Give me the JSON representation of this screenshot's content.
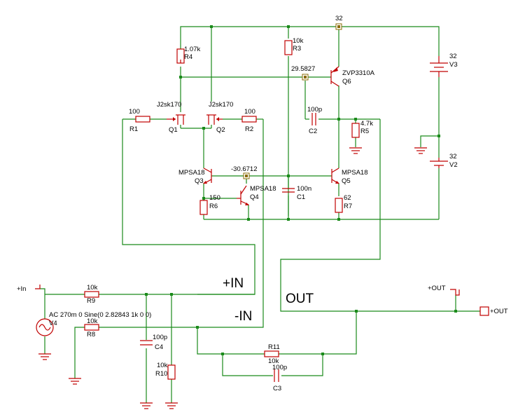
{
  "colors": {
    "wire": "#1a8a1a",
    "component": "#c00000",
    "text": "#000000",
    "marker": "#8a6a00"
  },
  "supply": {
    "node_top": "32",
    "v3_value": "32",
    "v3_name": "V3",
    "v2_value": "32",
    "v2_name": "V2"
  },
  "probes": {
    "p1": "29.5827",
    "p2": "-30.6712"
  },
  "r4": {
    "value": "1.07k",
    "name": "R4"
  },
  "r3": {
    "value": "10k",
    "name": "R3"
  },
  "q6": {
    "part": "ZVP3310A",
    "name": "Q6"
  },
  "q1": {
    "part": "J2sk170",
    "name": "Q1"
  },
  "q2": {
    "part": "J2sk170",
    "name": "Q2"
  },
  "r1": {
    "value": "100",
    "name": "R1"
  },
  "r2": {
    "value": "100",
    "name": "R2"
  },
  "c2": {
    "value": "100p",
    "name": "C2"
  },
  "r5": {
    "value": "4.7k",
    "name": "R5"
  },
  "q3": {
    "part": "MPSA18",
    "name": "Q3"
  },
  "q4": {
    "part": "MPSA18",
    "name": "Q4"
  },
  "q5": {
    "part": "MPSA18",
    "name": "Q5"
  },
  "c1": {
    "value": "100n",
    "name": "C1"
  },
  "r6": {
    "value": "150",
    "name": "R6"
  },
  "r7": {
    "value": "62",
    "name": "R7"
  },
  "labels": {
    "plus_in": "+IN",
    "minus_in": "-IN",
    "out": "OUT"
  },
  "ports": {
    "in_left": "+In",
    "out_probe": "+OUT",
    "out_port": "+OUT"
  },
  "r9": {
    "value": "10k",
    "name": "R9"
  },
  "r8": {
    "value": "10k",
    "name": "R8"
  },
  "v4": {
    "source": "AC 270m 0 Sine(0 2.82843  1k 0 0)",
    "name": "V4"
  },
  "c4": {
    "value": "100p",
    "name": "C4"
  },
  "r10": {
    "value": "10k",
    "name": "R10"
  },
  "r11": {
    "name": "R11",
    "value": "10k"
  },
  "c3": {
    "value": "100p",
    "name": "C3"
  }
}
